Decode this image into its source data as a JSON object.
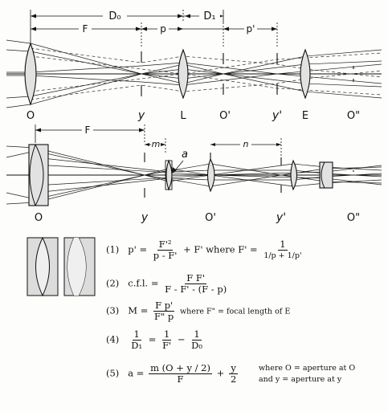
{
  "top_diagram": {
    "dimension_labels": {
      "D_o": "D₀",
      "D_1": "D₁",
      "F": "F",
      "p": "p",
      "p_prime": "p'"
    },
    "position_labels": {
      "O": "O",
      "y": "y",
      "L": "L",
      "O_prime": "O'",
      "y_prime": "y'",
      "E": "E",
      "O_dblprime": "O\""
    }
  },
  "bottom_diagram": {
    "dimension_labels": {
      "F": "F",
      "m": "m",
      "a": "a",
      "n": "n"
    },
    "position_labels": {
      "O": "O",
      "y": "y",
      "O_prime": "O'",
      "y_prime": "y'",
      "O_dblprime": "O\""
    }
  },
  "equations": {
    "eq1": {
      "number": "(1)",
      "lhs": "p' =",
      "num": "F'²",
      "den": "p - F'",
      "rest": "+ F'",
      "where": "where F' =",
      "num2": "1",
      "den2": "1/p + 1/p'"
    },
    "eq2": {
      "number": "(2)",
      "lhs": "c.f.l. =",
      "num": "F F'",
      "den": "F - F' - (F - p)"
    },
    "eq3": {
      "number": "(3)",
      "lhs": "M =",
      "num": "F p'",
      "den": "F\" p",
      "where": "where F\" = focal length of E"
    },
    "eq4": {
      "number": "(4)",
      "lhs_num": "1",
      "lhs_den": "D₁",
      "eq": "=",
      "t1_num": "1",
      "t1_den": "F'",
      "minus": "−",
      "t2_num": "1",
      "t2_den": "D₀"
    },
    "eq5": {
      "number": "(5)",
      "lhs": "a =",
      "num": "m (O + y / 2)",
      "den": "F",
      "plus": "+",
      "t2_num": "y",
      "t2_den": "2",
      "where_line1": "where O = aperture at O",
      "where_line2": "and y = aperture at y"
    }
  }
}
